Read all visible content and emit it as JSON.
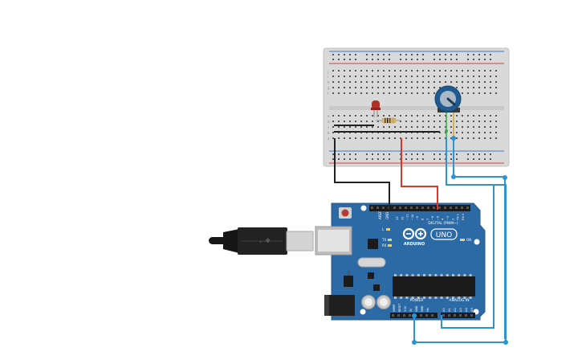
{
  "colors": {
    "breadboard": "#dcdcdc",
    "rail_red": "#d9413b",
    "rail_blue": "#3d7cc9",
    "arduino": "#2c6aa5",
    "wire_black": "#222222",
    "wire_red": "#d63a2f",
    "wire_blue": "#2a94d4",
    "led": "#b23027",
    "potentiometer": "#1f5a90"
  },
  "arduino": {
    "logo_text": "ARDUINO",
    "model": "UNO",
    "digital_label": "DIGITAL (PWM~)",
    "power_label": "POWER",
    "analog_label": "ANALOG IN",
    "on_label": "ON",
    "tx_label": "TX",
    "rx_label": "RX",
    "l_label": "L",
    "aref_label": "AREF",
    "gnd_label": "GND",
    "digital_pins": [
      "13",
      "12",
      "~11",
      "~10",
      "~9",
      "8",
      "7",
      "~6",
      "~5",
      "4",
      "~3",
      "2",
      "TX 1",
      "RX 0"
    ],
    "power_pins": [
      "IOREF",
      "RESET",
      "3.3V",
      "5V",
      "GND",
      "GND",
      "Vin"
    ],
    "analog_pins": [
      "A0",
      "A1",
      "A2",
      "A3",
      "A4",
      "A5"
    ]
  },
  "breadboard": {
    "row_letters": [
      "a",
      "b",
      "c",
      "d",
      "e",
      "f",
      "g",
      "h",
      "i",
      "j"
    ]
  }
}
